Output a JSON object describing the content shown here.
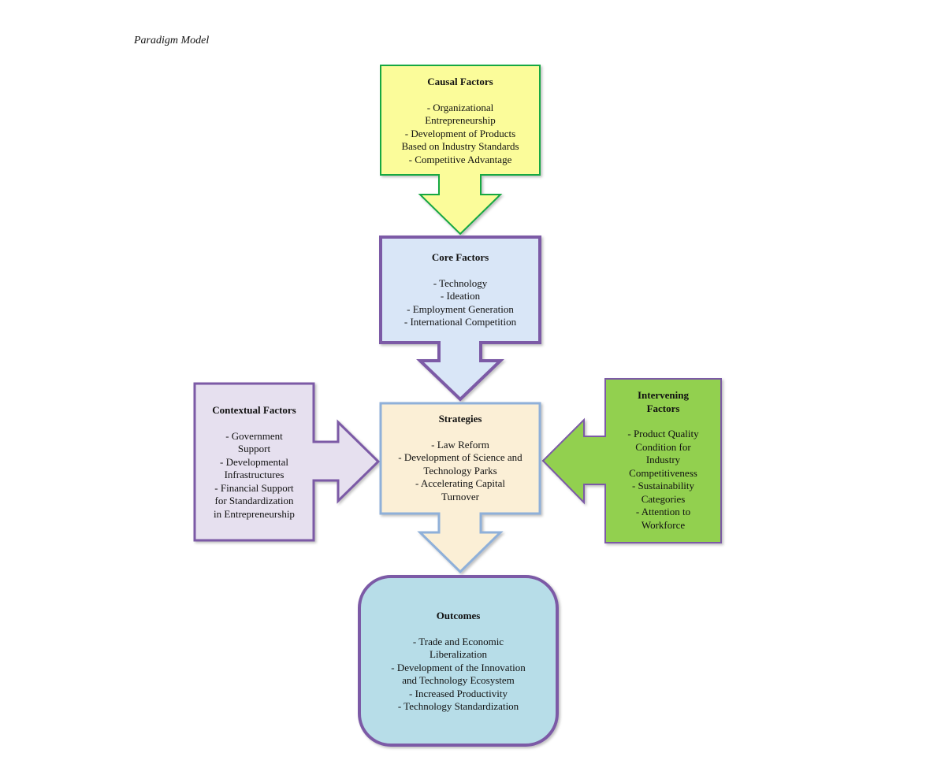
{
  "caption": "Paradigm Model",
  "colors": {
    "causal_fill": "#fbfc9a",
    "causal_stroke": "#17a842",
    "core_fill": "#d9e6f7",
    "core_stroke": "#7b5aa6",
    "strategies_fill": "#fbefd6",
    "strategies_stroke": "#8fb0d9",
    "contextual_fill": "#e6e0ef",
    "contextual_stroke": "#7b5aa6",
    "intervening_fill": "#92d050",
    "intervening_stroke": "#7b5aa6",
    "outcomes_fill": "#b7dde8",
    "outcomes_stroke": "#7b5aa6"
  },
  "boxes": {
    "causal": {
      "title": "Causal Factors",
      "lines": [
        "- Organizational",
        "Entrepreneurship",
        "- Development of Products",
        "Based on Industry Standards",
        "- Competitive Advantage"
      ]
    },
    "core": {
      "title": "Core Factors",
      "lines": [
        "- Technology",
        "- Ideation",
        "- Employment Generation",
        "- International Competition"
      ]
    },
    "strategies": {
      "title": "Strategies",
      "lines": [
        "- Law Reform",
        "- Development of Science and",
        "Technology Parks",
        "- Accelerating Capital",
        "Turnover"
      ]
    },
    "contextual": {
      "title": "Contextual Factors",
      "lines": [
        "- Government",
        "Support",
        "- Developmental",
        "Infrastructures",
        "- Financial Support",
        "for Standardization",
        "in Entrepreneurship"
      ]
    },
    "intervening": {
      "title_lines": [
        "Intervening",
        "Factors"
      ],
      "lines": [
        "- Product Quality",
        "Condition for",
        "Industry",
        "Competitiveness",
        "- Sustainability",
        "Categories",
        "- Attention to",
        "Workforce"
      ]
    },
    "outcomes": {
      "title": "Outcomes",
      "lines": [
        "- Trade and Economic",
        "Liberalization",
        "- Development of the Innovation",
        "and Technology Ecosystem",
        "- Increased Productivity",
        "- Technology Standardization"
      ]
    }
  }
}
